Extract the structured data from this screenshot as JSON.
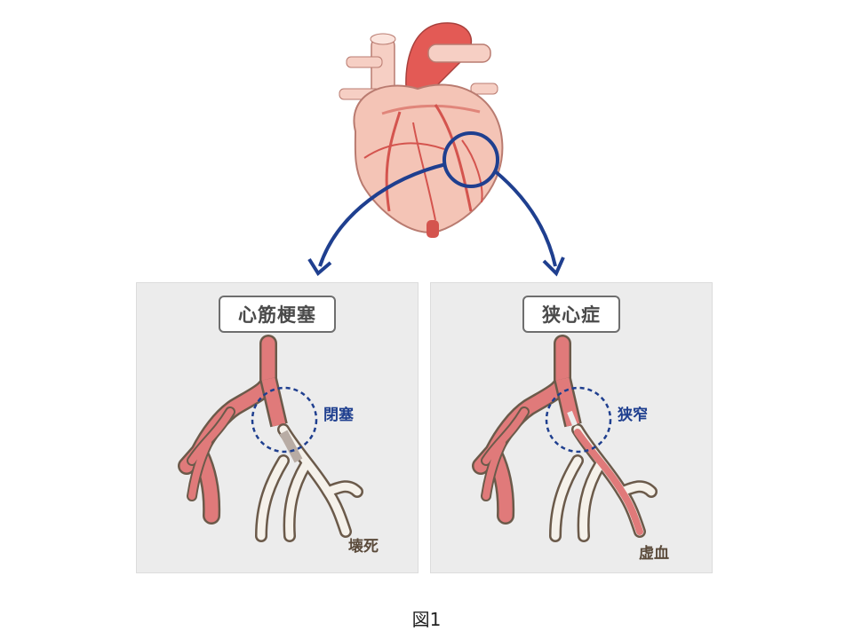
{
  "panels": {
    "left": {
      "title": "心筋梗塞",
      "label_blockage": "閉塞",
      "label_effect": "壊死"
    },
    "right": {
      "title": "狭心症",
      "label_blockage": "狭窄",
      "label_effect": "虚血"
    }
  },
  "caption": "図1",
  "colors": {
    "artery_red": "#e07a7a",
    "necrotic_gray": "#b8aca4",
    "outline": "#6b5a4a",
    "highlight_blue": "#1f3f8f",
    "panel_bg": "#ececec"
  },
  "icons": {
    "heart": "heart-illustration",
    "arrow": "curved-arrow"
  }
}
